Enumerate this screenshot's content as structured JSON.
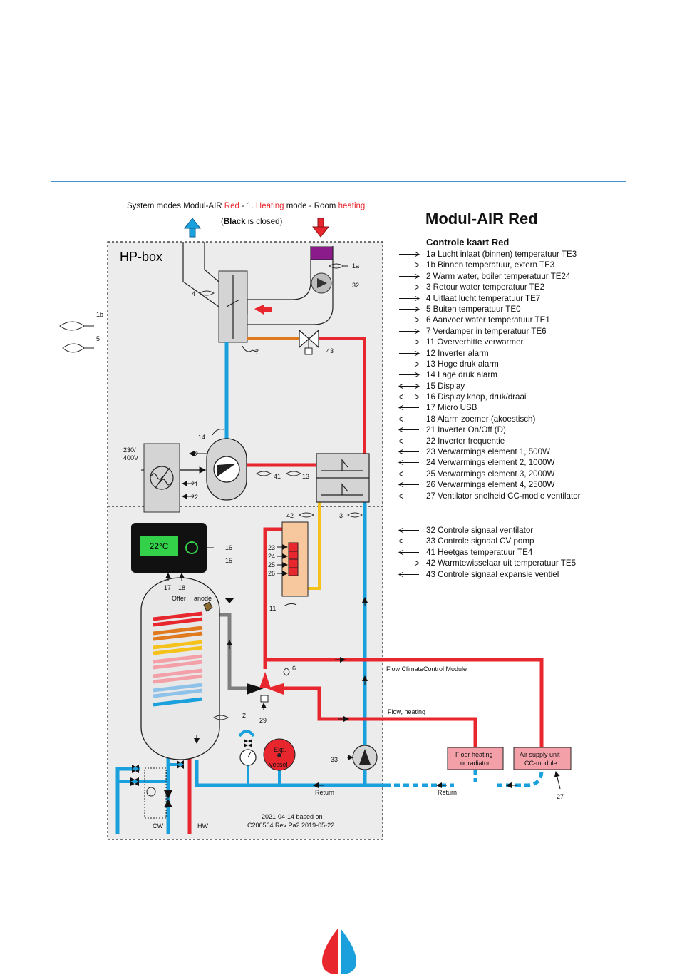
{
  "header": {
    "mode_prefix": "System modes Modul-AIR ",
    "mode_red": "Red",
    "mode_mid": " - 1. ",
    "mode_heating": "Heating",
    "mode_mid2": " mode - Room ",
    "mode_heating2": "heating",
    "closed_bold": "Black",
    "closed_rest": " is closed)",
    "closed_open": "("
  },
  "title": "Modul-AIR Red",
  "subtitle": "Controle kaart Red",
  "legend": [
    {
      "dir": "right",
      "text": "1a Lucht inlaat (binnen) temperatuur TE3"
    },
    {
      "dir": "right",
      "text": "1b Binnen temperatuur,  extern TE3"
    },
    {
      "dir": "right",
      "text": "2 Warm water, boiler temperatuur TE24"
    },
    {
      "dir": "right",
      "text": "3 Retour water temperatuur TE2"
    },
    {
      "dir": "right",
      "text": "4 Uitlaat lucht temperatuur TE7"
    },
    {
      "dir": "right",
      "text": "5 Buiten temperatuur TE0"
    },
    {
      "dir": "right",
      "text": "6 Aanvoer water temperatuur TE1"
    },
    {
      "dir": "right",
      "text": "7 Verdamper in temperatuur TE6"
    },
    {
      "dir": "right",
      "text": "11 Oververhitte verwarmer"
    },
    {
      "dir": "right",
      "text": "12 Inverter alarm"
    },
    {
      "dir": "right",
      "text": "13 Hoge druk alarm"
    },
    {
      "dir": "right",
      "text": "14 Lage druk alarm"
    },
    {
      "dir": "both",
      "text": "15 Display"
    },
    {
      "dir": "both",
      "text": "16 Display knop, druk/draai"
    },
    {
      "dir": "left",
      "text": "17 Micro USB"
    },
    {
      "dir": "left",
      "text": "18 Alarm zoemer (akoestisch)"
    },
    {
      "dir": "left",
      "text": "21 Inverter On/Off (D)"
    },
    {
      "dir": "left",
      "text": "22 Inverter frequentie"
    },
    {
      "dir": "left",
      "text": "23 Verwarmings  element 1, 500W"
    },
    {
      "dir": "left",
      "text": "24 Verwarmings  element 2, 1000W"
    },
    {
      "dir": "left",
      "text": "25 Verwarmings  element 3, 2000W"
    },
    {
      "dir": "left",
      "text": "26 Verwarmings  element 4, 2500W"
    },
    {
      "dir": "left",
      "text": "27 Ventilator snelheid CC-modle  ventilator"
    }
  ],
  "legend2": [
    {
      "dir": "left",
      "text": "32 Controle signaal ventilator"
    },
    {
      "dir": "left",
      "text": "33 Controle signaal CV pomp"
    },
    {
      "dir": "left",
      "text": "41 Heetgas temperatuur TE4"
    },
    {
      "dir": "right",
      "text": "42 Warmtewisselaar uit temperatuur TE5"
    },
    {
      "dir": "left",
      "text": "43 Controle signaal expansie ventiel"
    }
  ],
  "diagram": {
    "hp_box": "HP-box",
    "voltage": [
      "230/",
      "400V"
    ],
    "display_value": "22°C",
    "offer_anode": [
      "Offer",
      "anode"
    ],
    "exp_vessel": [
      "Exp.",
      "vessel"
    ],
    "floor_heating": [
      "Floor heating",
      "or radiator"
    ],
    "air_supply": [
      "Air supply unit",
      "CC-module"
    ],
    "flow_cc": "Flow  ClimateControl Module",
    "flow_heating": "Flow, heating",
    "return1": "Return",
    "return2": "Return",
    "cw": "CW",
    "hw": "HW",
    "footnote": [
      "2021-04-14 based on",
      "C206564  Rev Pa2  2019-05-22"
    ],
    "labels": {
      "l1a": "1a",
      "l1b": "1b",
      "l5": "5",
      "l32": "32",
      "l4": "4",
      "l7": "7",
      "l43": "43",
      "l14": "14",
      "l12": "12",
      "l21": "21",
      "l22": "22",
      "l41": "41",
      "l13": "13",
      "l42": "42",
      "l3": "3",
      "l23": "23",
      "l24": "24",
      "l25": "25",
      "l26": "26",
      "l11": "11",
      "l16": "16",
      "l15": "15",
      "l17": "17",
      "l18": "18",
      "l6": "6",
      "l29": "29",
      "l2": "2",
      "l33": "33",
      "l27": "27"
    }
  },
  "colors": {
    "red": "#e8262e",
    "blue": "#1aa0dc",
    "orange": "#e07a1f",
    "yellow": "#f5c21b",
    "purple": "#8b1a8b",
    "gray": "#7f7f7f",
    "pink": "#f4a0a8",
    "rule": "#4a90c8"
  }
}
